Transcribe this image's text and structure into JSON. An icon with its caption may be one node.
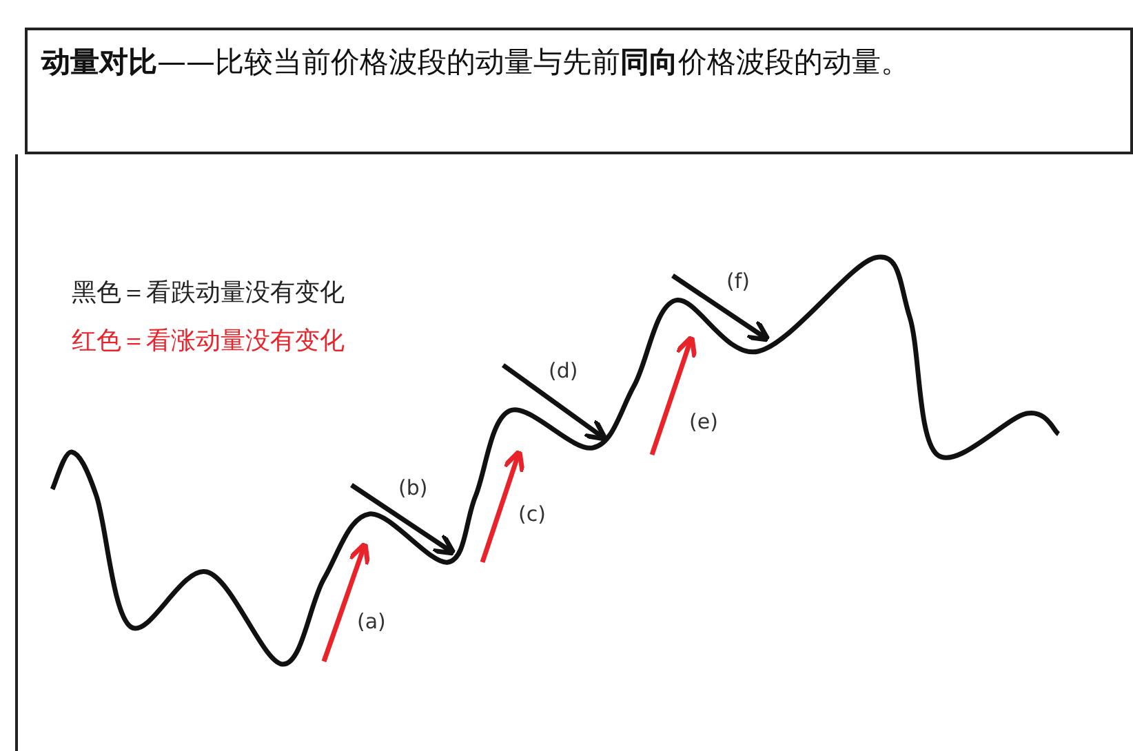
{
  "diagram": {
    "title": "**动量对比**——比较当前价格波段的动量与先前**同向**价格波段的动量。",
    "labels": [
      "黑色＝看跌动量没有变化",
      "红色＝看涨动量没有变化",
      "(f)",
      "(d)",
      "(e)",
      "(b)",
      "(c)",
      "(a)"
    ]
  }
}
